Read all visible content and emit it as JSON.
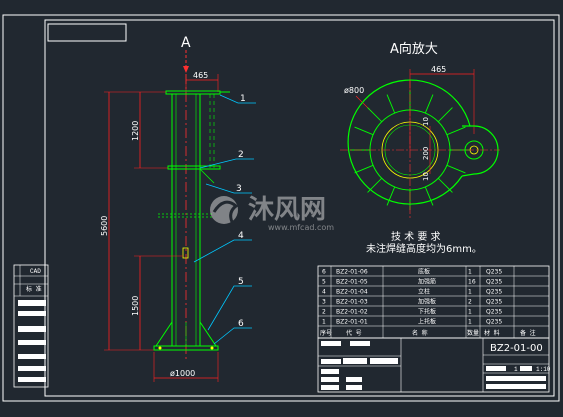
{
  "view_label_main": "A",
  "view_title": "A向放大",
  "dims": {
    "top_width": "465",
    "total_height": "5600",
    "upper_segment": "1200",
    "lower_segment": "1500",
    "base_diameter": "ø1000",
    "detail_width": "465",
    "detail_diameter": "ø800",
    "detail_inner": "200",
    "detail_small_a": "10",
    "detail_small_b": "10"
  },
  "leaders": [
    "1",
    "2",
    "3",
    "4",
    "5",
    "6"
  ],
  "notes": {
    "title": "技 术 要 求",
    "line1": "未注焊缝高度均为6mm。"
  },
  "parts_table": {
    "rows": [
      {
        "no": "6",
        "code": "BZ2-01-06",
        "name": "底板",
        "qty": "1",
        "material": "Q235"
      },
      {
        "no": "5",
        "code": "BZ2-01-05",
        "name": "加强筋",
        "qty": "16",
        "material": "Q235"
      },
      {
        "no": "4",
        "code": "BZ2-01-04",
        "name": "立柱",
        "qty": "1",
        "material": "Q235"
      },
      {
        "no": "3",
        "code": "BZ2-01-03",
        "name": "加强板",
        "qty": "2",
        "material": "Q235"
      },
      {
        "no": "2",
        "code": "BZ2-01-02",
        "name": "下托板",
        "qty": "1",
        "material": "Q235"
      },
      {
        "no": "1",
        "code": "BZ2-01-01",
        "name": "上托板",
        "qty": "1",
        "material": "Q235"
      }
    ],
    "header": {
      "no": "序号",
      "code": "代  号",
      "name": "名  称",
      "qty": "数量",
      "material": "材  料",
      "remark": "备 注"
    }
  },
  "title_block": {
    "drawing_no": "BZ2-01-00",
    "quantity": "1",
    "scale": "1:10"
  },
  "side_block": {
    "row1": "CAD",
    "row2": "标  准"
  },
  "watermark": {
    "brand": "沐风网",
    "url": "www.mfcad.com"
  },
  "colors": {
    "background": "#212830",
    "outline": "#ffffff",
    "part_lines": "#00ff00",
    "dimension": "#ff2020",
    "leader": "#00c8ff",
    "center_line": "#ff3030",
    "weld": "#ffff00"
  }
}
